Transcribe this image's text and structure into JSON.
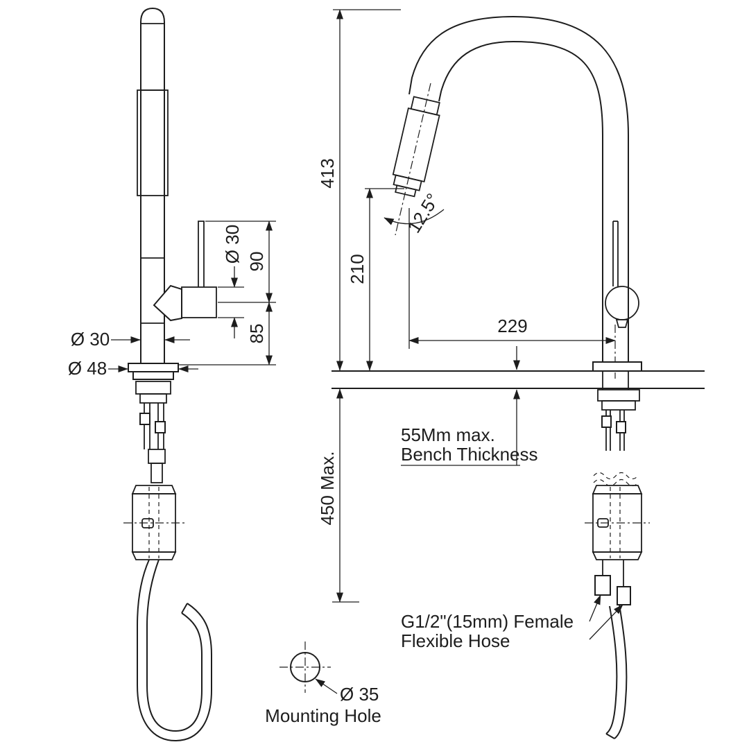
{
  "side_view": {
    "handle_diameter": "Ø 30",
    "lever_height": "90",
    "body_height": "85",
    "wand_diameter": "Ø 30",
    "base_diameter": "Ø 48"
  },
  "front_view": {
    "total_height": "413",
    "outlet_height": "210",
    "spray_angle": "12.5°",
    "spout_reach": "229",
    "bench_note_line1": "55Mm max.",
    "bench_note_line2": "Bench Thickness",
    "under_bench_clearance": "450 Max.",
    "hose_note_line1": "G1/2\"(15mm) Female",
    "hose_note_line2": "Flexible Hose"
  },
  "mounting_detail": {
    "hole_diameter": "Ø 35",
    "label": "Mounting Hole"
  },
  "colors": {
    "line": "#1d1d1d",
    "background": "#ffffff"
  }
}
